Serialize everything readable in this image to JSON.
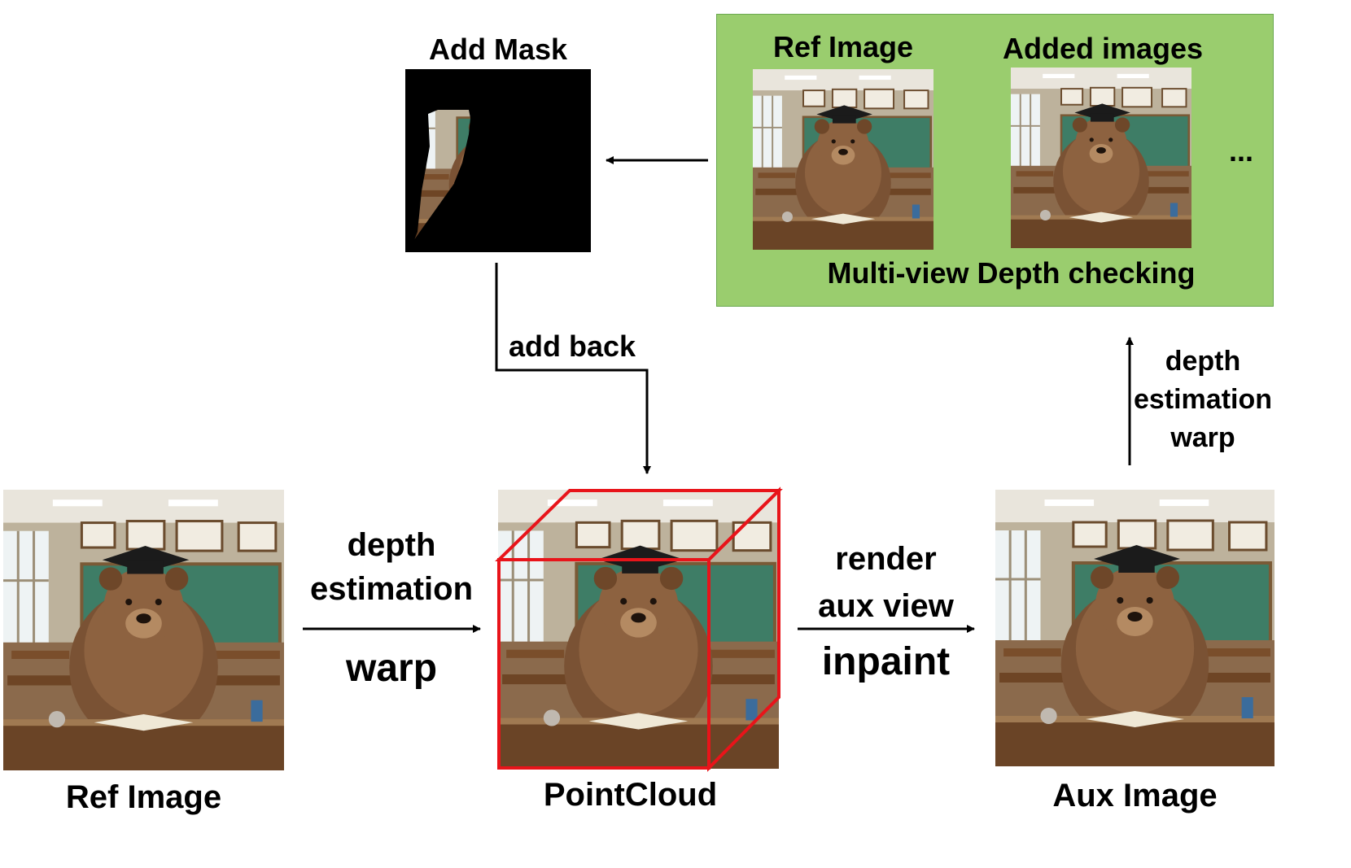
{
  "labels": {
    "add_mask": "Add Mask",
    "ref_image_panel": "Ref Image",
    "added_images": "Added images",
    "ellipsis": "...",
    "multiview": "Multi-view Depth checking",
    "add_back": "add back",
    "depth_top": "depth",
    "estimation_top": "estimation",
    "warp_top": "warp",
    "depth_left": "depth",
    "estimation_left": "estimation",
    "warp_left": "warp",
    "render": "render",
    "aux_view": "aux view",
    "inpaint": "inpaint",
    "ref_image_bottom": "Ref Image",
    "pointcloud": "PointCloud",
    "aux_image": "Aux Image"
  },
  "icons": {
    "classroom_bear": "bear-in-classroom-photo",
    "mask": "mask-silhouette-photo",
    "cube": "pointcloud-cube-outline"
  },
  "colors": {
    "panel_fill": "#9acd6e",
    "panel_border": "#6aa84f",
    "cube_edge": "#e8141a",
    "arrow": "#000000"
  }
}
